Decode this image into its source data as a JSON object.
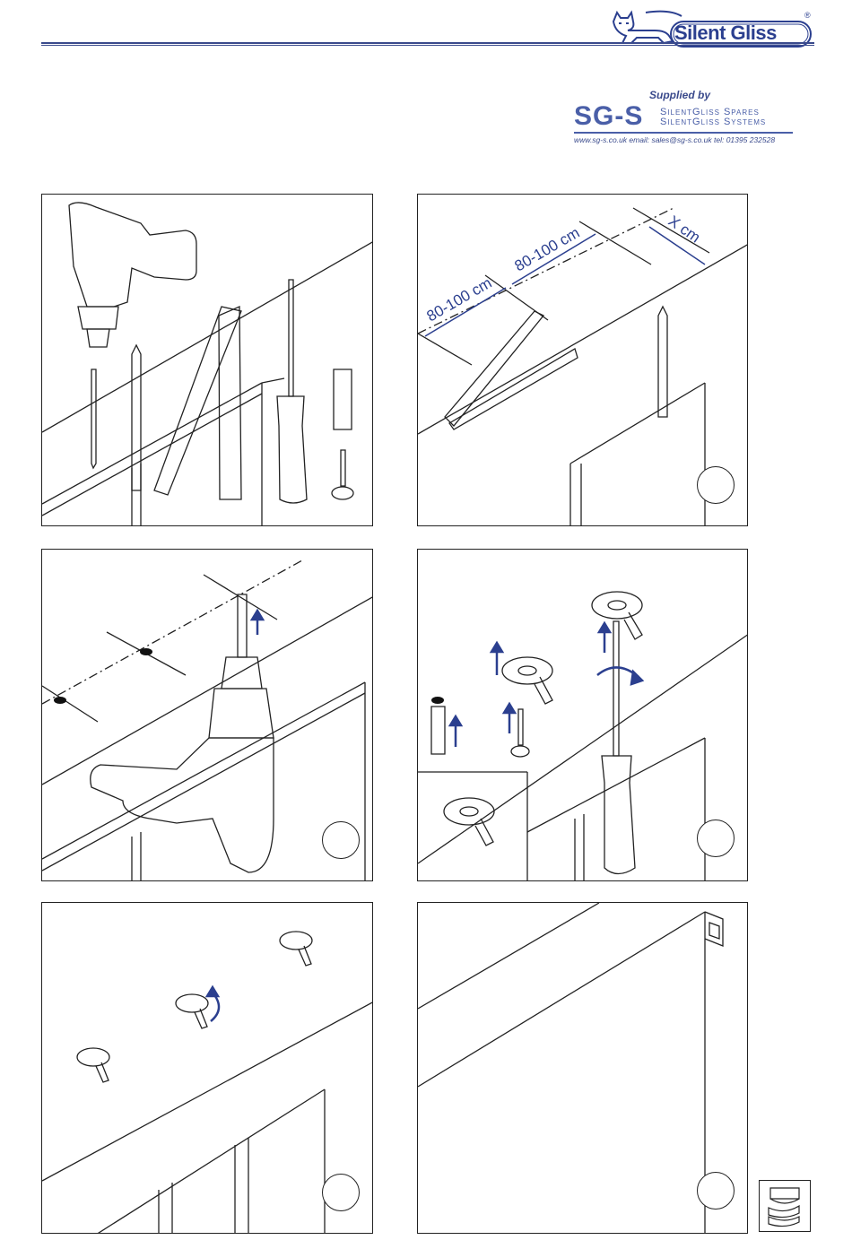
{
  "header": {
    "brand_name": "Silent Gliss",
    "registered_mark": "®",
    "supplier": {
      "supplied_by": "Supplied by",
      "logo_text": "SG-S",
      "line1": "SilentGliss Spares",
      "line2": "SilentGliss Systems",
      "contact": "www.sg-s.co.uk  email: sales@sg-s.co.uk  tel: 01395 232528"
    }
  },
  "steps": [
    {
      "id": 1,
      "label": "tools",
      "number": ""
    },
    {
      "id": 2,
      "label": "measure",
      "number": "",
      "measurements": [
        "80-100 cm",
        "80-100 cm",
        "X cm"
      ]
    },
    {
      "id": 3,
      "label": "drill",
      "number": ""
    },
    {
      "id": 4,
      "label": "fix brackets",
      "number": ""
    },
    {
      "id": 5,
      "label": "rotate brackets",
      "number": ""
    },
    {
      "id": 6,
      "label": "mount blind",
      "number": ""
    }
  ],
  "colors": {
    "accent": "#2b3f8f",
    "line": "#222222"
  },
  "icons": [
    "cat-logo-icon",
    "roman-blind-icon"
  ]
}
